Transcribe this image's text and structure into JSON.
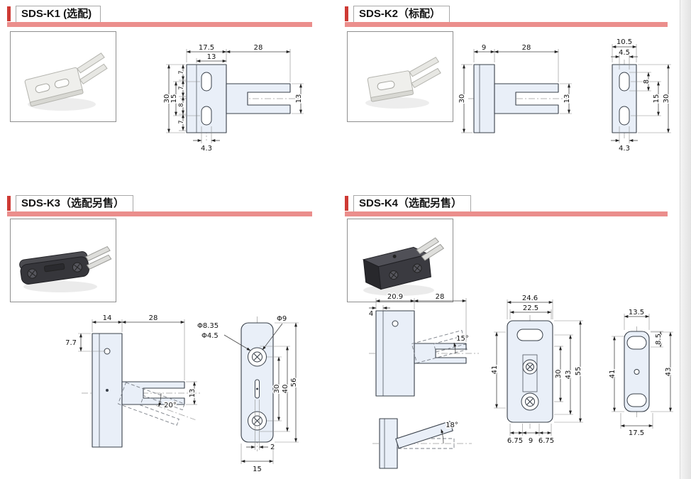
{
  "page": {
    "accent_bar_color": "#ce3a34",
    "rule_color": "#eb8e8c",
    "drawing_fill_color": "#e9eff8",
    "line_color": "#39404a"
  },
  "sections": {
    "k1": {
      "title": "SDS-K1 (选配)",
      "dims": {
        "plate_width": "17.5",
        "tab_width": "13",
        "blade_length": "28",
        "overall_height": "30",
        "hole_pitch": "15",
        "seg_a": "7",
        "seg_b": "7",
        "seg_c": "8",
        "seg_d": "7",
        "blade_height": "13",
        "slot_width": "4.3"
      }
    },
    "k2": {
      "title": "SDS-K2（标配）",
      "dims": {
        "plate_width": "9",
        "blade_length": "28",
        "overall_height": "30",
        "blade_height": "13",
        "side_width": "10.5",
        "side_inner": "4.5",
        "hole_length": "8",
        "hole_pitch": "15",
        "side_height": "30",
        "slot_width": "4.3"
      }
    },
    "k3": {
      "title": "SDS-K3（选配另售）",
      "dims": {
        "plate_width": "14",
        "blade_length": "28",
        "top_offset": "7.7",
        "blade_height": "13",
        "swing_angle": "20°",
        "dia_counterbore": "Φ8.35",
        "dia_hole": "Φ4.5",
        "dia_washer": "Φ9",
        "pitch_a": "30",
        "pitch_b": "40",
        "plate_height": "56",
        "slot_offset": "2",
        "face_width": "15"
      }
    },
    "k4": {
      "title": "SDS-K4（选配另售）",
      "dims": {
        "head_width": "20.9",
        "head_step": "4",
        "blade_length": "28",
        "swing_angle_front": "15°",
        "swing_angle_top": "18°",
        "face_width": "24.6",
        "face_inner_width": "22.5",
        "face_left_height": "41",
        "pitch_a": "30",
        "pitch_b": "43",
        "face_height": "55",
        "foot_a": "6.75",
        "foot_b": "9",
        "foot_c": "6.75",
        "side_width": "13.5",
        "side_step": "8.5",
        "side_left_height": "41",
        "side_right_height": "43",
        "side_bottom_width": "17.5"
      }
    }
  }
}
